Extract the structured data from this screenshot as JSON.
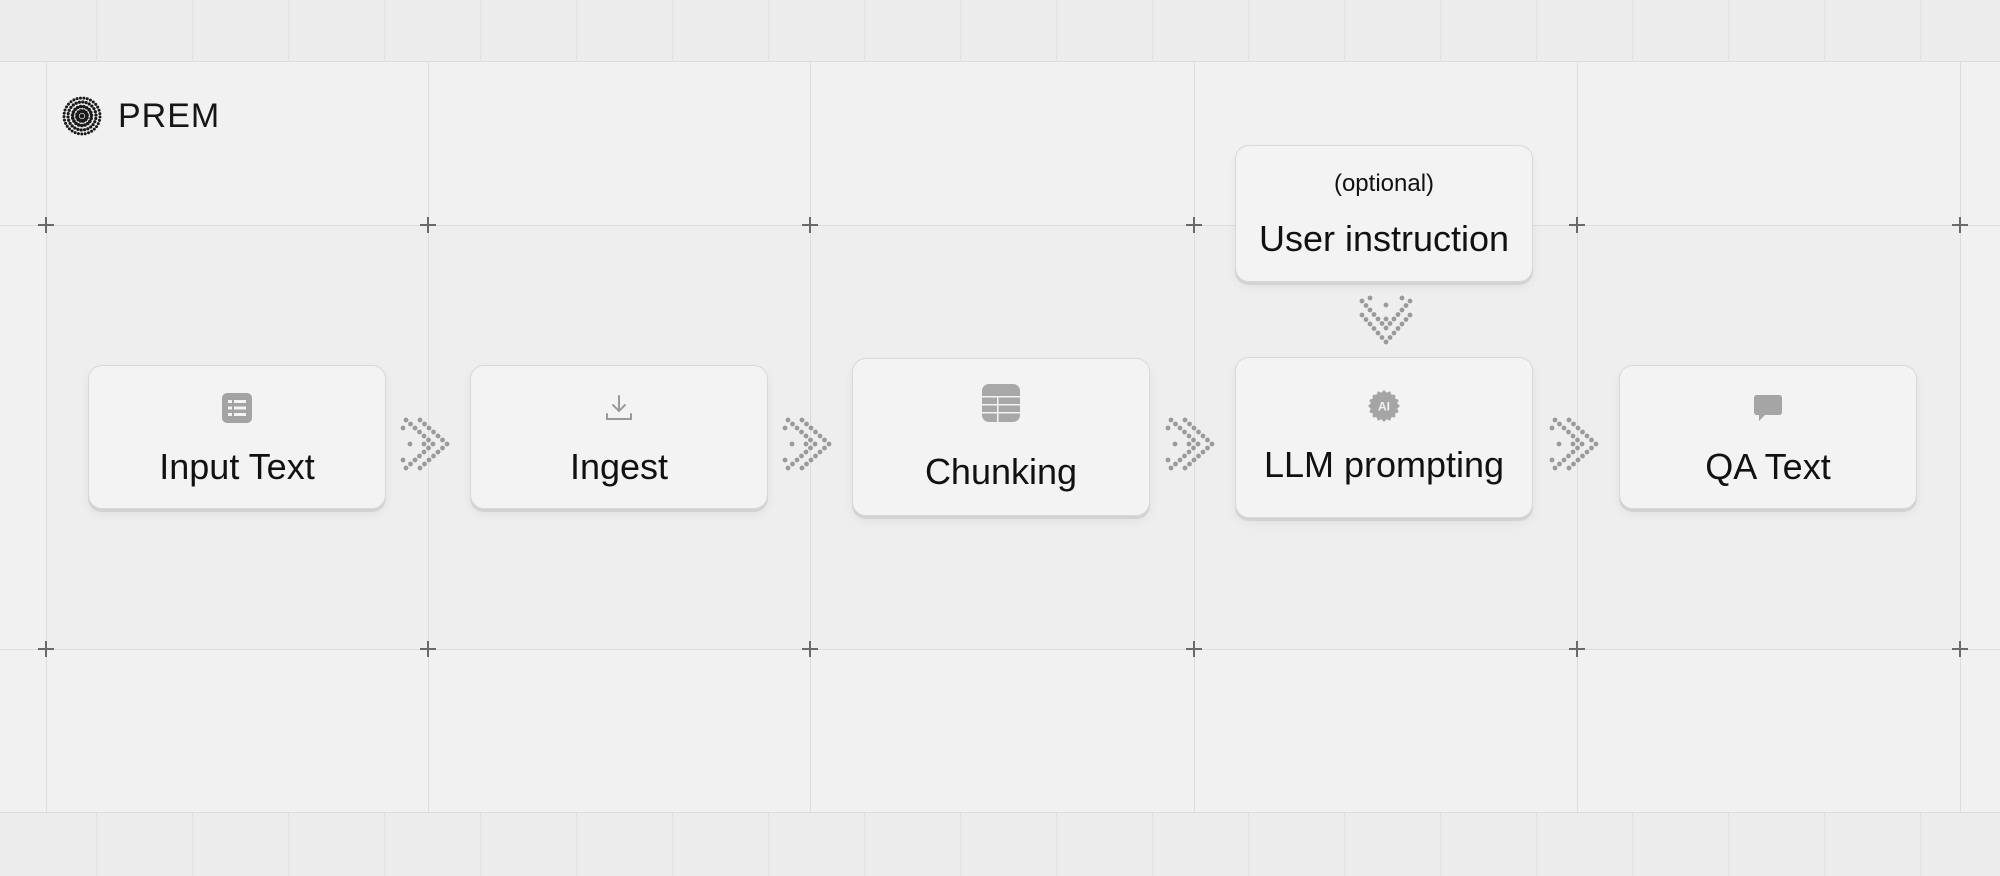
{
  "brand": {
    "name": "PREM",
    "icon": "prem-logo-icon"
  },
  "nodes": [
    {
      "id": "input",
      "label": "Input Text",
      "icon": "list-icon"
    },
    {
      "id": "ingest",
      "label": "Ingest",
      "icon": "download-icon"
    },
    {
      "id": "chunking",
      "label": "Chunking",
      "icon": "table-icon"
    },
    {
      "id": "llm",
      "label": "LLM prompting",
      "icon": "ai-badge-icon"
    },
    {
      "id": "qa",
      "label": "QA Text",
      "icon": "chat-bubble-icon"
    }
  ],
  "instruction": {
    "sub": "(optional)",
    "label": "User instruction"
  },
  "ai_badge_text": "AI",
  "edges": [
    [
      "Input Text",
      "Ingest"
    ],
    [
      "Ingest",
      "Chunking"
    ],
    [
      "Chunking",
      "LLM prompting"
    ],
    [
      "User instruction",
      "LLM prompting"
    ],
    [
      "LLM prompting",
      "QA Text"
    ]
  ],
  "colors": {
    "background": "#f1f1f1",
    "node_fill": "#f3f3f3",
    "arrow_dots": "#9a9a9a",
    "text": "#111111"
  }
}
